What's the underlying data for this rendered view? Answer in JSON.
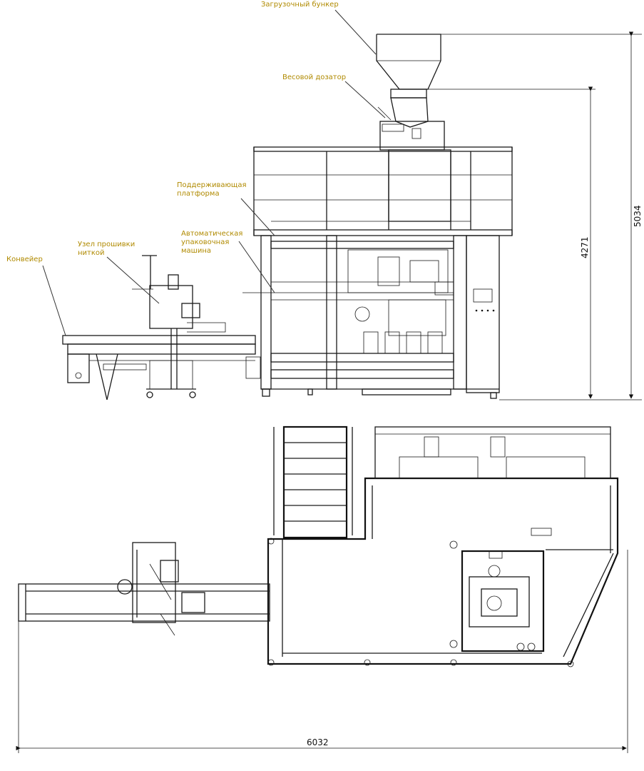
{
  "labels": {
    "hopper": "Загрузочный бункер",
    "weigher": "Весовой дозатор",
    "platform_line1": "Поддерживающая",
    "platform_line2": "платформа",
    "machine_line1": "Автоматическая",
    "machine_line2": "упаковочная",
    "machine_line3": "машина",
    "sewing_line1": "Узел прошивки",
    "sewing_line2": "ниткой",
    "conveyor": "Конвейер"
  },
  "dimensions": {
    "total_height": "5034",
    "platform_height": "4271",
    "total_length": "6032"
  },
  "colors": {
    "label": "#b08a00",
    "line": "#1a1a1a"
  }
}
